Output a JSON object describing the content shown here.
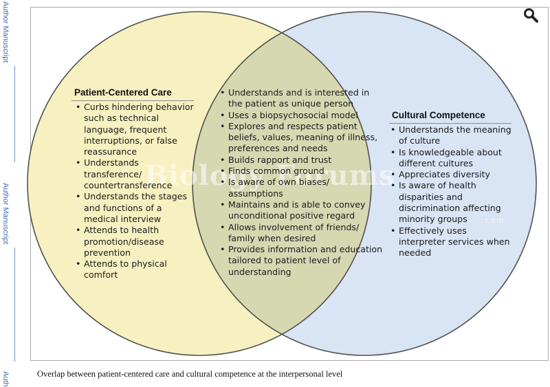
{
  "side_labels": [
    "Author Manuscript",
    "Author Manuscript",
    "Auth"
  ],
  "colors": {
    "left_circle": "#f7f0c0",
    "right_circle": "#d9e4f4",
    "overlap": "#d6d8b2",
    "circle_stroke": "#505050",
    "side_label": "#3f6fb5"
  },
  "icons": {
    "zoom": "magnifier-icon"
  },
  "left": {
    "title": "Patient-Centered Care",
    "items": [
      "Curbs hindering behavior such as technical language, frequent interruptions, or false reassurance",
      "Understands transference/ countertransference",
      "Understands the stages and functions of a medical interview",
      "Attends to health promotion/disease prevention",
      "Attends to physical comfort"
    ]
  },
  "center": {
    "items": [
      "Understands and is interested in the patient as unique person",
      "Uses a biopsychosocial model",
      "Explores and respects patient beliefs, values, meaning of illness, preferences and needs",
      "Builds rapport and trust",
      "Finds common ground",
      "Is aware of own biases/ assumptions",
      "Maintains and is able to convey unconditional positive regard",
      "Allows involvement of friends/ family when desired",
      "Provides information and education tailored to patient level of understanding"
    ]
  },
  "right": {
    "title": "Cultural Competence",
    "items": [
      "Understands the meaning of culture",
      "Is knowledgeable about different cultures",
      "Appreciates diversity",
      "Is aware of health disparities and discrimination affecting minority groups",
      "Effectively uses interpreter services when needed"
    ]
  },
  "watermark": {
    "main": "Biology Forums",
    "sub": ".com"
  },
  "caption": "Overlap between patient-centered care and cultural competence at the interpersonal level"
}
